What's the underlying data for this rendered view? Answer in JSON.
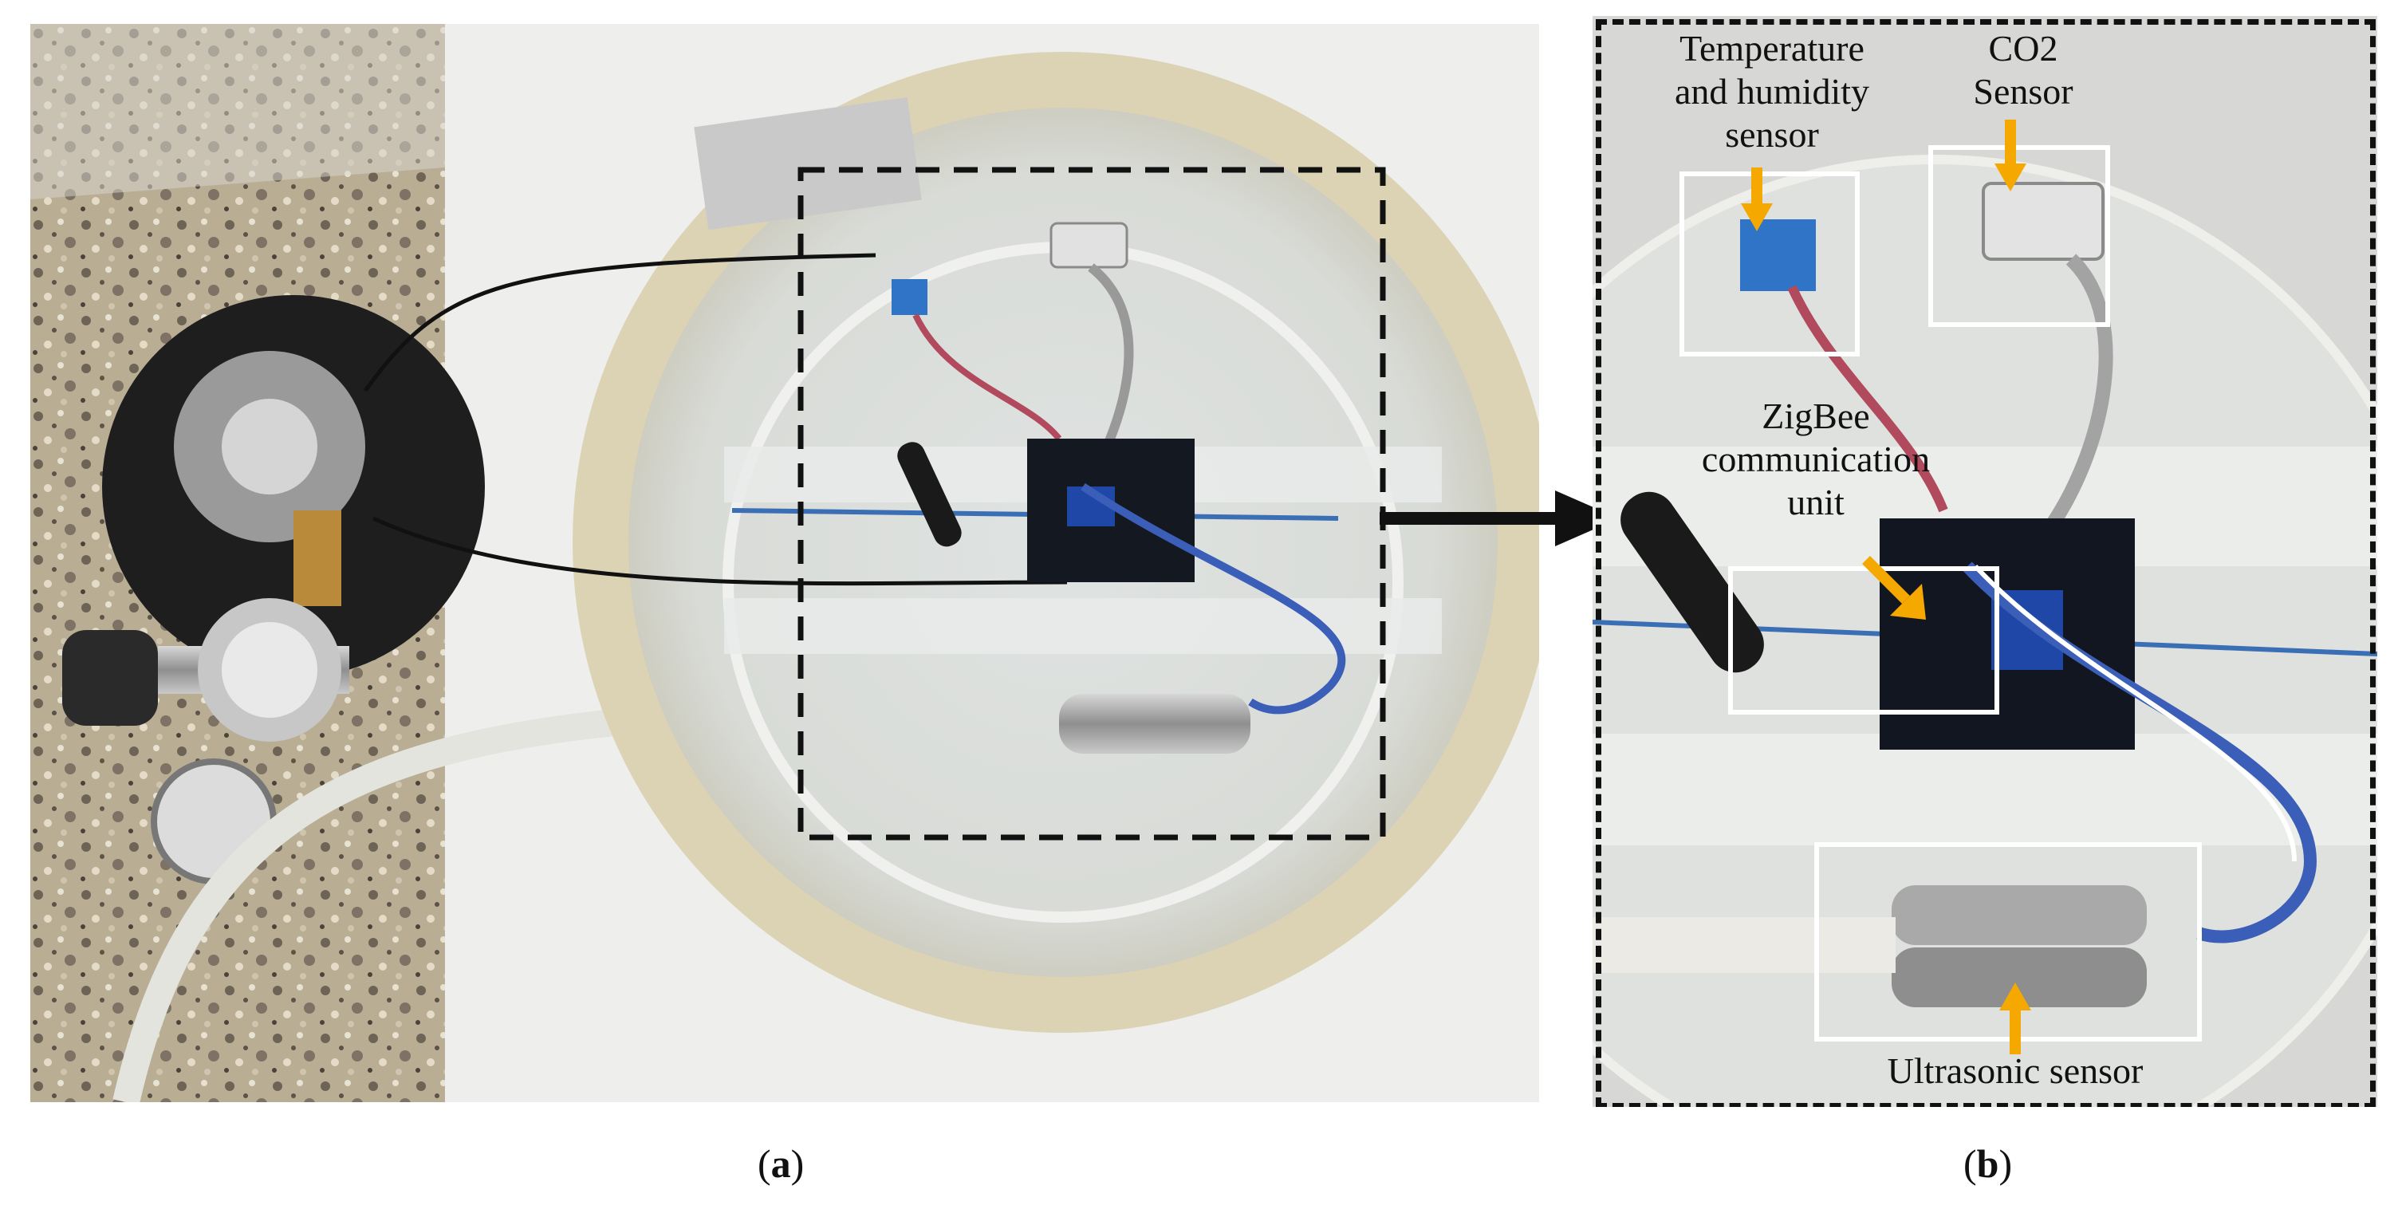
{
  "panel_a": {
    "caption_letter": "a"
  },
  "panel_b": {
    "caption_letter": "b",
    "labels": {
      "temp_humidity": [
        "Temperature",
        "and humidity",
        "sensor"
      ],
      "co2": [
        "CO2",
        "Sensor"
      ],
      "zigbee": [
        "ZigBee",
        "communication",
        "unit"
      ],
      "ultrasonic": "Ultrasonic sensor"
    }
  },
  "colors": {
    "arrow_accent": "#f5a800",
    "dashed_border": "#111111",
    "highlight_box": "#ffffff"
  }
}
